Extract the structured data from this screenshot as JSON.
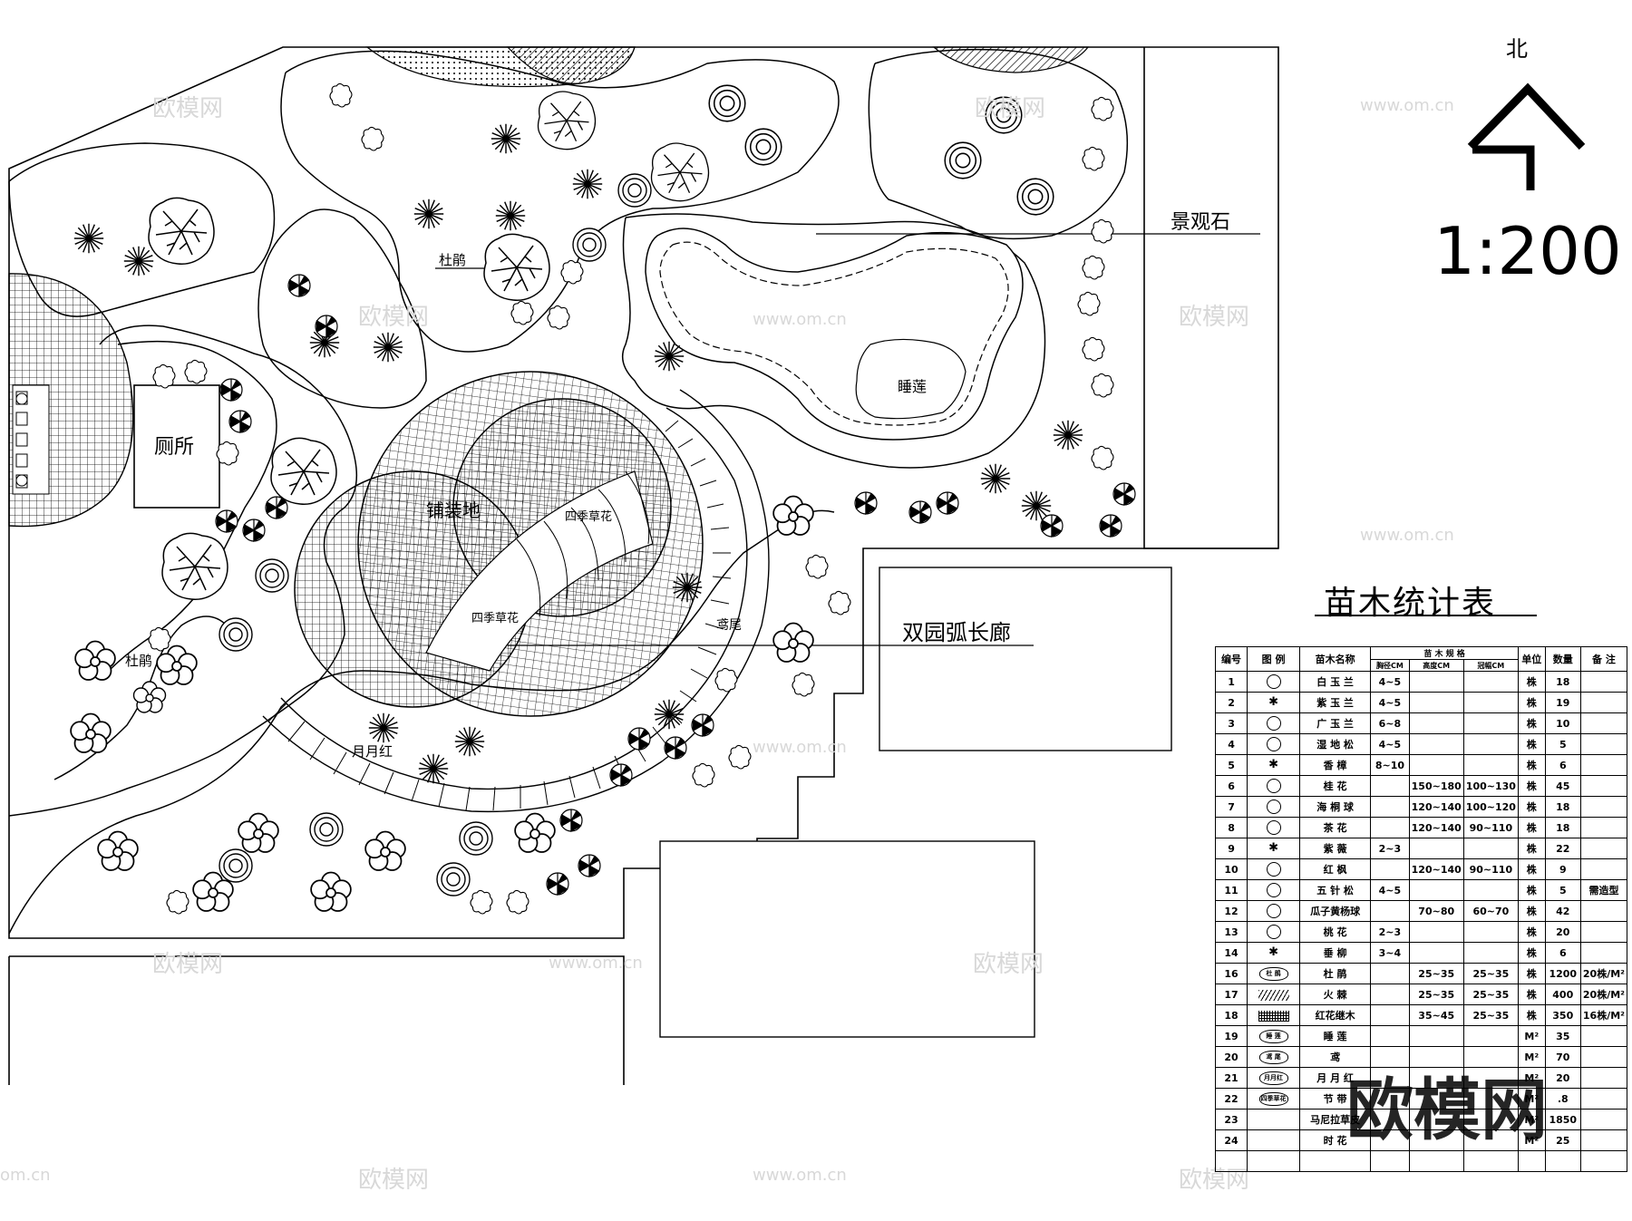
{
  "labels": {
    "north": "北",
    "scale": "1:200",
    "landscape_stone": "景观石",
    "water_lily": "睡莲",
    "toilet": "厕所",
    "paving": "铺装地",
    "season_flower_1": "四季草花",
    "season_flower_2": "四季草花",
    "corridor": "双园弧长廊",
    "iris": "鸢尾",
    "azalea_1": "杜鹃",
    "azalea_2": "杜鹃",
    "rose": "月月红"
  },
  "watermarks": {
    "cn": "欧模网",
    "url": "www.om.cn",
    "url_short": "om.cn"
  },
  "legend": {
    "title": "苗木统计表",
    "headers": {
      "no": "编号",
      "symbol": "图 例",
      "name": "苗木名称",
      "spec": "苗 木 规 格",
      "dia": "胸径CM",
      "height": "高度CM",
      "crown": "冠幅CM",
      "unit": "单位",
      "qty": "数量",
      "note": "备 注"
    },
    "rows": [
      {
        "no": "1",
        "name": "白 玉 兰",
        "dia": "4~5",
        "height": "",
        "crown": "",
        "unit": "株",
        "qty": "18",
        "note": "",
        "sym": "circle"
      },
      {
        "no": "2",
        "name": "紫 玉 兰",
        "dia": "4~5",
        "height": "",
        "crown": "",
        "unit": "株",
        "qty": "19",
        "note": "",
        "sym": "star"
      },
      {
        "no": "3",
        "name": "广 玉 兰",
        "dia": "6~8",
        "height": "",
        "crown": "",
        "unit": "株",
        "qty": "10",
        "note": "",
        "sym": "circle"
      },
      {
        "no": "4",
        "name": "湿 地 松",
        "dia": "4~5",
        "height": "",
        "crown": "",
        "unit": "株",
        "qty": "5",
        "note": "",
        "sym": "circle"
      },
      {
        "no": "5",
        "name": "香 樟",
        "dia": "8~10",
        "height": "",
        "crown": "",
        "unit": "株",
        "qty": "6",
        "note": "",
        "sym": "star"
      },
      {
        "no": "6",
        "name": "桂 花",
        "dia": "",
        "height": "150~180",
        "crown": "100~130",
        "unit": "株",
        "qty": "45",
        "note": "",
        "sym": "circle"
      },
      {
        "no": "7",
        "name": "海 桐 球",
        "dia": "",
        "height": "120~140",
        "crown": "100~120",
        "unit": "株",
        "qty": "18",
        "note": "",
        "sym": "circle"
      },
      {
        "no": "8",
        "name": "茶 花",
        "dia": "",
        "height": "120~140",
        "crown": "90~110",
        "unit": "株",
        "qty": "18",
        "note": "",
        "sym": "circle"
      },
      {
        "no": "9",
        "name": "紫 薇",
        "dia": "2~3",
        "height": "",
        "crown": "",
        "unit": "株",
        "qty": "22",
        "note": "",
        "sym": "star"
      },
      {
        "no": "10",
        "name": "红 枫",
        "dia": "",
        "height": "120~140",
        "crown": "90~110",
        "unit": "株",
        "qty": "9",
        "note": "",
        "sym": "circle"
      },
      {
        "no": "11",
        "name": "五 针 松",
        "dia": "4~5",
        "height": "",
        "crown": "",
        "unit": "株",
        "qty": "5",
        "note": "需造型",
        "sym": "circle"
      },
      {
        "no": "12",
        "name": "瓜子黄杨球",
        "dia": "",
        "height": "70~80",
        "crown": "60~70",
        "unit": "株",
        "qty": "42",
        "note": "",
        "sym": "circle"
      },
      {
        "no": "13",
        "name": "桃 花",
        "dia": "2~3",
        "height": "",
        "crown": "",
        "unit": "株",
        "qty": "20",
        "note": "",
        "sym": "circle"
      },
      {
        "no": "14",
        "name": "垂 柳",
        "dia": "3~4",
        "height": "",
        "crown": "",
        "unit": "株",
        "qty": "6",
        "note": "",
        "sym": "star"
      },
      {
        "no": "16",
        "name": "杜 鹃",
        "dia": "",
        "height": "25~35",
        "crown": "25~35",
        "unit": "株",
        "qty": "1200",
        "note": "20株/M²",
        "sym": "oval",
        "symtext": "杜 鹃"
      },
      {
        "no": "17",
        "name": "火 棘",
        "dia": "",
        "height": "25~35",
        "crown": "25~35",
        "unit": "株",
        "qty": "400",
        "note": "20株/M²",
        "sym": "hatch"
      },
      {
        "no": "18",
        "name": "红花继木",
        "dia": "",
        "height": "35~45",
        "crown": "25~35",
        "unit": "株",
        "qty": "350",
        "note": "16株/M²",
        "sym": "grid"
      },
      {
        "no": "19",
        "name": "睡 莲",
        "dia": "",
        "height": "",
        "crown": "",
        "unit": "M²",
        "qty": "35",
        "note": "",
        "sym": "oval",
        "symtext": "睡 莲"
      },
      {
        "no": "20",
        "name": "鸢",
        "dia": "",
        "height": "",
        "crown": "",
        "unit": "M²",
        "qty": "70",
        "note": "",
        "sym": "oval",
        "symtext": "鸢 尾"
      },
      {
        "no": "21",
        "name": "月 月 红",
        "dia": "",
        "height": "",
        "crown": "",
        "unit": "M²",
        "qty": "20",
        "note": "",
        "sym": "oval",
        "symtext": "月月红"
      },
      {
        "no": "22",
        "name": "节 带",
        "dia": "",
        "height": "",
        "crown": "",
        "unit": "M²",
        "qty": ".8",
        "note": "",
        "sym": "oval",
        "symtext": "四季草花"
      },
      {
        "no": "23",
        "name": "马尼拉草皮",
        "dia": "",
        "height": "",
        "crown": "",
        "unit": "M²",
        "qty": "1850",
        "note": "",
        "sym": "none"
      },
      {
        "no": "24",
        "name": "时 花",
        "dia": "",
        "height": "",
        "crown": "",
        "unit": "M²",
        "qty": "25",
        "note": "",
        "sym": "none"
      }
    ]
  }
}
